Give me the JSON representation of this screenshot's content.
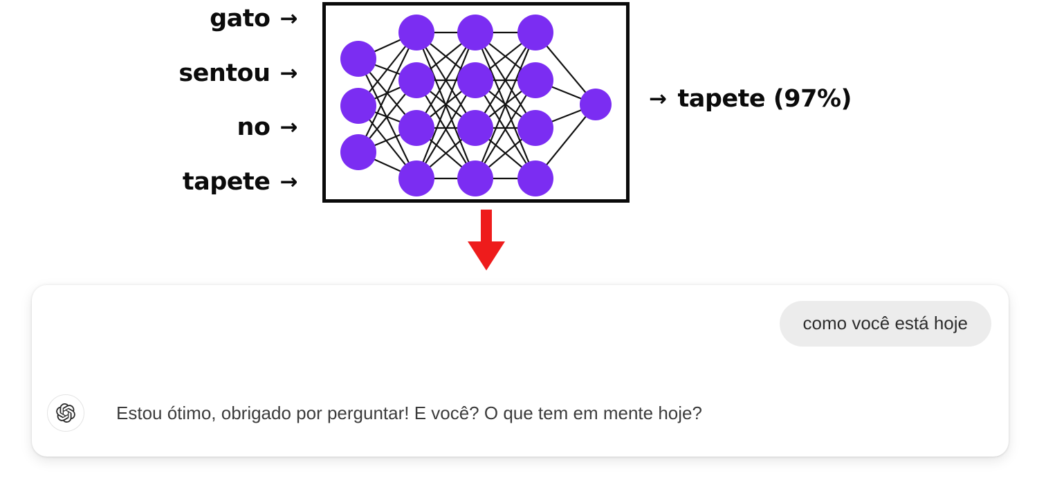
{
  "diagram": {
    "input_tokens": [
      {
        "text": "gato",
        "arrow": "→"
      },
      {
        "text": "sentou",
        "arrow": "→"
      },
      {
        "text": "no",
        "arrow": "→"
      },
      {
        "text": "tapete",
        "arrow": "→"
      }
    ],
    "output": {
      "arrow": "→",
      "text": "tapete (97%)",
      "token": "tapete",
      "confidence": "97%"
    },
    "flow_arrow_icon": "red-down-arrow-icon",
    "colors": {
      "node_fill": "#7b2df2",
      "box_border": "#0a0a0a",
      "edge": "#111111",
      "flow_arrow": "#ee1c1c",
      "text": "#0b0b0b"
    },
    "network": {
      "layers": [
        {
          "name": "input-layer",
          "count": 3
        },
        {
          "name": "hidden-layer-1",
          "count": 4
        },
        {
          "name": "hidden-layer-2",
          "count": 4
        },
        {
          "name": "hidden-layer-3",
          "count": 4
        },
        {
          "name": "output-layer",
          "count": 1
        }
      ]
    }
  },
  "chat": {
    "user_message": "como você está hoje",
    "assistant_message": "Estou ótimo, obrigado por perguntar! E você? O que tem em mente hoje?",
    "assistant_avatar_icon": "openai-logo-icon",
    "bubble_color": "#ececec"
  }
}
